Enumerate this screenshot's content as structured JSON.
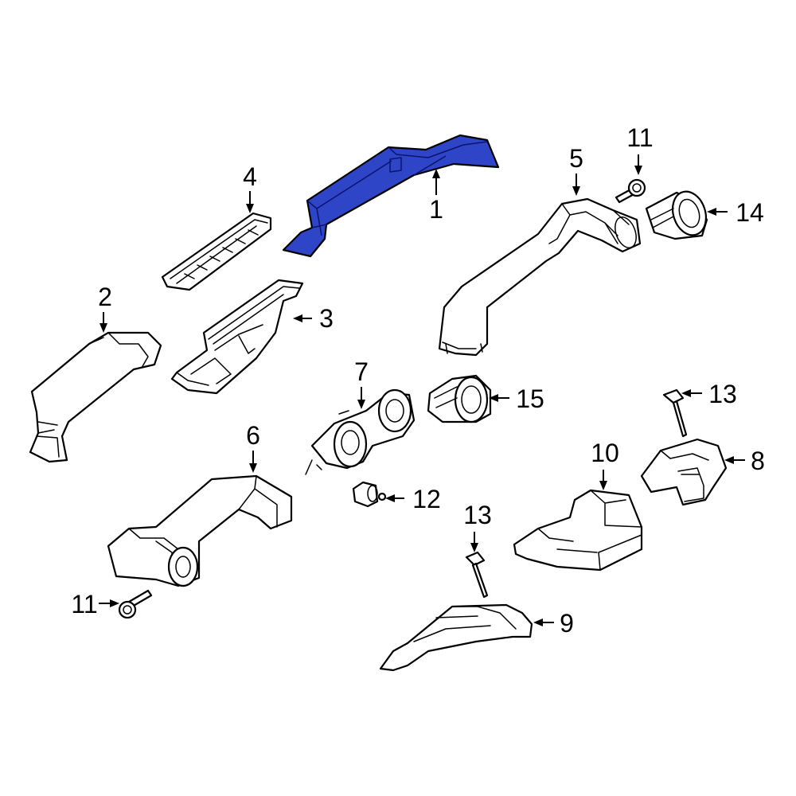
{
  "diagram": {
    "highlight_color": "#2f45c8",
    "line_color": "#000000",
    "background": "#ffffff",
    "callouts": [
      {
        "id": "c1",
        "label": "1"
      },
      {
        "id": "c2",
        "label": "2"
      },
      {
        "id": "c3",
        "label": "3"
      },
      {
        "id": "c4",
        "label": "4"
      },
      {
        "id": "c5",
        "label": "5"
      },
      {
        "id": "c6",
        "label": "6"
      },
      {
        "id": "c7",
        "label": "7"
      },
      {
        "id": "c8",
        "label": "8"
      },
      {
        "id": "c9",
        "label": "9"
      },
      {
        "id": "c10",
        "label": "10"
      },
      {
        "id": "c11a",
        "label": "11"
      },
      {
        "id": "c11b",
        "label": "11"
      },
      {
        "id": "c12",
        "label": "12"
      },
      {
        "id": "c13a",
        "label": "13"
      },
      {
        "id": "c13b",
        "label": "13"
      },
      {
        "id": "c14",
        "label": "14"
      },
      {
        "id": "c15",
        "label": "15"
      }
    ]
  }
}
